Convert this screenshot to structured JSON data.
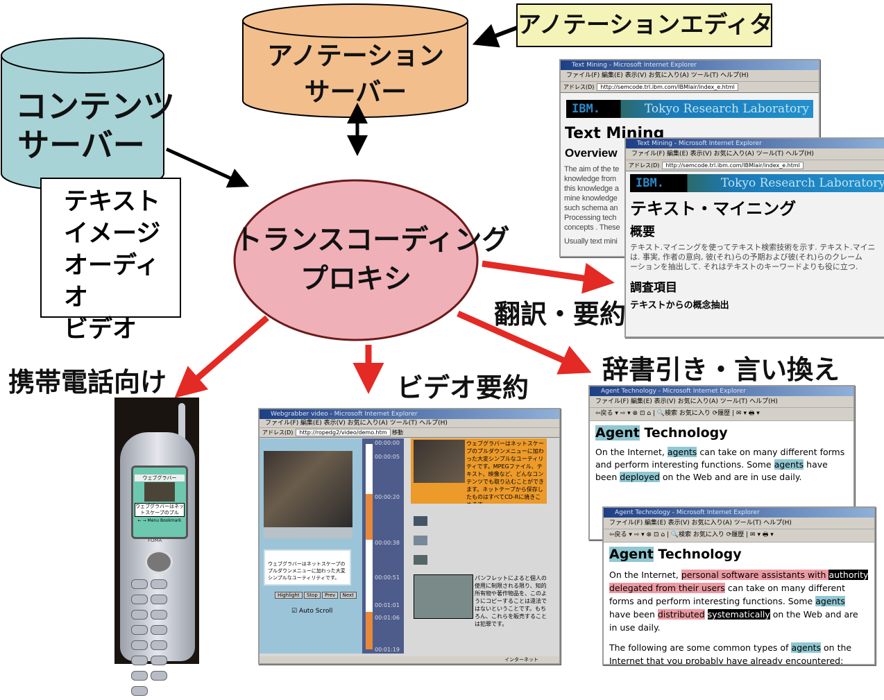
{
  "content_server": {
    "label_line1": "コンテンツ",
    "label_line2": "サーバー",
    "color": "#a8d3d6"
  },
  "media_types": [
    "テキスト",
    "イメージ",
    "オーディオ",
    "ビデオ"
  ],
  "annotation_server": {
    "label_line1": "アノテーション",
    "label_line2": "サーバー",
    "color": "#f2be8c"
  },
  "annotation_editor": {
    "label": "アノテーションエディタ",
    "color": "#f4f4b8"
  },
  "proxy": {
    "label_line1": "トランスコーディング",
    "label_line2": "プロキシ",
    "color": "#f0b0b8"
  },
  "outputs": {
    "translation": "翻訳・要約",
    "dictionary": "辞書引き・言い換え",
    "video": "ビデオ要約",
    "mobile": "携帯電話向け"
  },
  "arrow_color": "#e42a24",
  "browser": {
    "title": "Text Mining - Microsoft Internet Explorer",
    "menu": "ファイル(F)  編集(E)  表示(V)  お気に入り(A)  ツール(T)  ヘルプ(H)",
    "address_label": "アドレス(D)",
    "url": "http://semcode.trl.ibm.com/IBMlair/index_e.html",
    "ibm_logo": "IBM.",
    "lab": "Tokyo Research Laboratory"
  },
  "en_page": {
    "title": "Text Mining",
    "overview": "Overview",
    "lines": [
      "The aim of the te",
      "knowledge from",
      "this knowledge a",
      "mine knowledge",
      "such schema an",
      "Processing tech",
      "concepts . These",
      "",
      "Usually text mini"
    ]
  },
  "ja_page": {
    "title": "テキスト・マイニング",
    "overview": "概要",
    "body": [
      "テキスト.マイニングを使ってテキスト検索技術を示す. テキスト.マイニ",
      "は. 事実, 作者の意向, 彼(それ)らの予期および彼(それ)らのクレーム",
      "ーションを抽出して. それはテキストのキーワードよりも役に立つ."
    ],
    "section": "調査項目",
    "subsection": "テキストからの概念抽出"
  },
  "agent_window": {
    "title": "Agent Technology - Microsoft Internet Explorer",
    "menu": "ファイル(F)  編集(E)  表示(V)  お気に入り(A)  ツール(T)  ヘルプ(H)",
    "toolbar": "⇦戻る ▾ ⇨ ▾ ⊗ ⊡ ⌂ | 🔍検索  お気に入り  ⟳履歴 | ✉ ▾ 🖶 ▾",
    "heading_hl": "Agent",
    "heading_rest": " Technology"
  },
  "video_window": {
    "title": "Webgrabber video - Microsoft Internet Explorer",
    "url": "http://ropedg2/video/demo.htm",
    "go": "移動",
    "timestamps": [
      "00:00:00",
      "00:00:05",
      "00:00:20",
      "00:00:38",
      "00:00:51",
      "00:01:01",
      "00:01:06",
      "00:01:19"
    ],
    "caption": "ウェブグラバーはネットスケープのプルダウンメニューに加わった大変シンプルなユーティリティです。",
    "summary1": "ウェブグラバーはネットスケープのプルダウンメニューに加わった大変シンプルなユーティリティです。MPEGファイル、テキスト、映像など、どんなコンテンツでも取り込むことができます。ネットテープから保存したものはすべてCD-Rに焼きこめます。",
    "summary2": "パンフレットによると個人の使用に制限される限り、知的所有物や著作物品を、このようにコピーすることは違法ではないということです。もちろん、これらを販売することは犯罪です。",
    "buttons": [
      "Highlight",
      "Stop",
      "Prev",
      "Next"
    ],
    "auto_scroll": "Auto Scroll",
    "status": "インターネット",
    "timeline_color": "#e8893a",
    "summary_bg": "#ec9a2a"
  },
  "phone": {
    "brand": "FOMA",
    "screen_title": "ウェブグラバー",
    "screen_text": "ウェブグラバーはネットスケープのプル",
    "buttons": [
      "←",
      "→",
      "Menu",
      "Bookmark"
    ]
  }
}
